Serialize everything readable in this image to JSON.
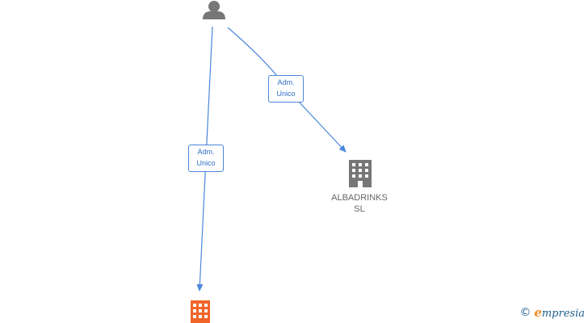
{
  "edges": [
    {
      "id": "edge-to-orange-company",
      "role_line1": "Adm.",
      "role_line2": "Unico"
    },
    {
      "id": "edge-to-albadrinks",
      "role_line1": "Adm.",
      "role_line2": "Unico"
    }
  ],
  "nodes": {
    "person": {
      "icon": "person-icon"
    },
    "albadrinks": {
      "icon": "building-icon",
      "name": "ALBADRINKS\nSL",
      "color": "#777777"
    },
    "orange_company": {
      "icon": "building-icon",
      "color": "#f0642a"
    }
  },
  "colors": {
    "edge": "#4a86d8",
    "person": "#777777"
  },
  "brand": {
    "copyright": "©",
    "e_letter": "e",
    "rest": "mpresia"
  }
}
